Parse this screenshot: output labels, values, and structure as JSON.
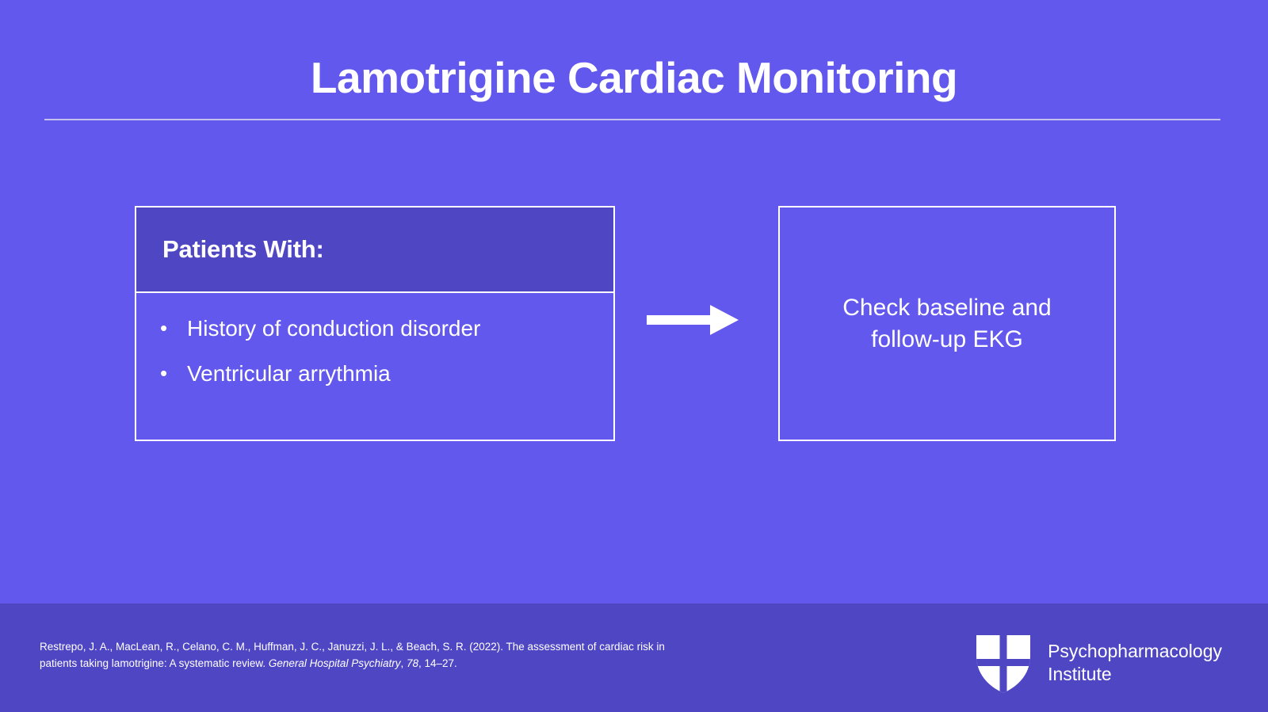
{
  "slide": {
    "title": "Lamotrigine Cardiac Monitoring",
    "background_color": "#6358ED",
    "panel_color": "#4F46C4",
    "text_color": "#FFFFFF"
  },
  "left_card": {
    "header": "Patients With:",
    "bullet_marker": "•",
    "items": [
      "History of conduction disorder",
      "Ventricular arrythmia"
    ]
  },
  "connector": {
    "icon": "arrow-right-icon"
  },
  "right_card": {
    "line1": "Check baseline and",
    "line2": "follow-up EKG"
  },
  "footer": {
    "citation": {
      "part1": "Restrepo, J. A., MacLean, R., Celano, C. M., Huffman, J. C., Januzzi, J. L., & Beach, S. R. (2022). The assessment of cardiac risk in patients taking lamotrigine: A systematic review. ",
      "journal": "General Hospital Psychiatry",
      "part2": ", ",
      "volume": "78",
      "part3": ", 14–27."
    },
    "brand": {
      "line1": "Psychopharmacology",
      "line2": "Institute",
      "logo": "shield-logo"
    }
  }
}
